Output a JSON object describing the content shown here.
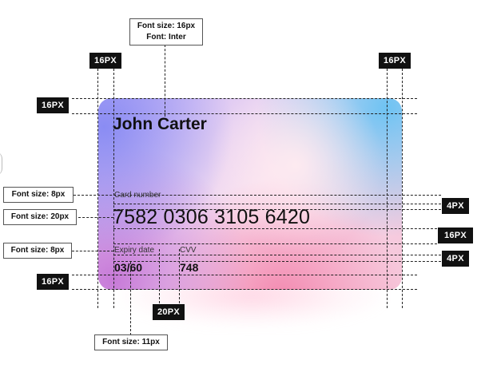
{
  "card": {
    "holder_name": "John Carter",
    "card_number_label": "Card number",
    "card_number": "7582 0306 3105 6420",
    "expiry_label": "Expiry date",
    "expiry_value": "03/60",
    "cvv_label": "CVV",
    "cvv_value": "748"
  },
  "annotations": {
    "top_note_size": "Font size: 16px",
    "top_note_font": "Font: Inter",
    "tag_left_top": "16PX",
    "tag_right_top": "16PX",
    "tag_top_left": "16PX",
    "tag_bottom_left": "16PX",
    "tag_bottom_center": "20PX",
    "tag_right_4px_a": "4PX",
    "tag_right_16px": "16PX",
    "tag_right_4px_b": "4PX",
    "note_card_number_label": "Font size: 8px",
    "note_card_number": "Font size: 20px",
    "note_expiry_label": "Font size: 8px",
    "note_bottom": "Font size: 11px"
  },
  "colors": {
    "tag_bg": "#111111",
    "card_blue": "#6ec3f3",
    "card_purple": "#8a8cf3",
    "card_pink": "#f48ab0"
  }
}
